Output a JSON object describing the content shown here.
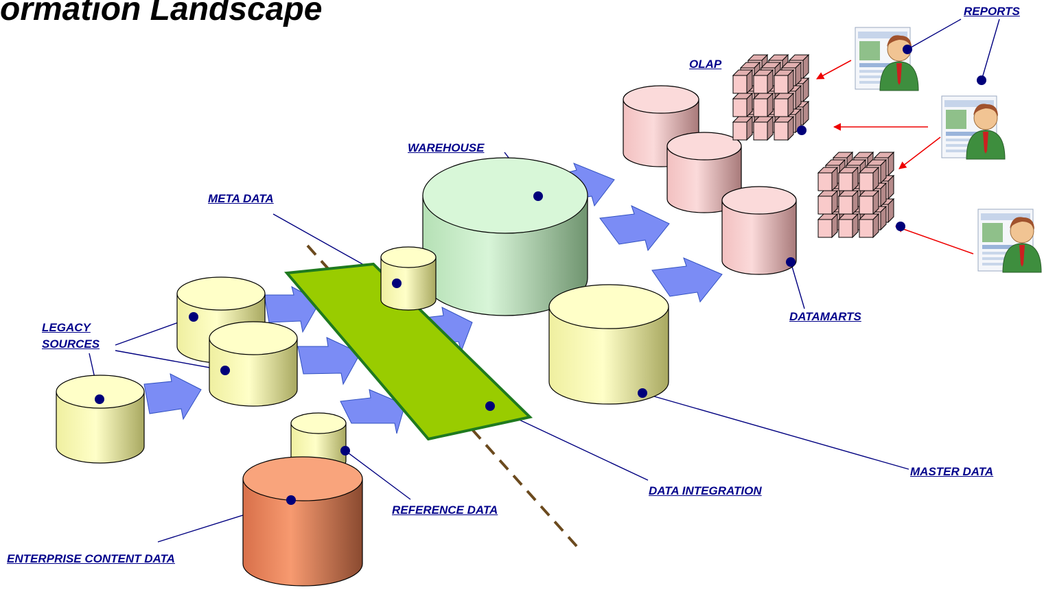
{
  "title": "ormation Landscape",
  "labels": {
    "reports": "REPORTS",
    "olap": "OLAP",
    "warehouse": "WAREHOUSE",
    "meta_data": "META DATA",
    "legacy_sources_1": "LEGACY",
    "legacy_sources_2": "SOURCES",
    "datamarts": "DATAMARTS",
    "master_data": "MASTER DATA",
    "data_integration": "DATA INTEGRATION",
    "reference_data": "REFERENCE DATA",
    "enterprise_content_data": "ENTERPRISE CONTENT DATA"
  },
  "colors": {
    "label": "#00008B",
    "legacy_cylinder": "#FFFFB3",
    "warehouse_cylinder": "#CCF0CC",
    "datamart_cylinder": "#F7C8C8",
    "enterprise_cylinder": "#F49A6E",
    "integration_band": "#99CC00",
    "arrow": "#7B8CF5",
    "olap_cube": "#F7C8C8",
    "leader_line": "#000080",
    "report_arrow": "#EE0000",
    "dashed_line": "#6B4A1E"
  }
}
